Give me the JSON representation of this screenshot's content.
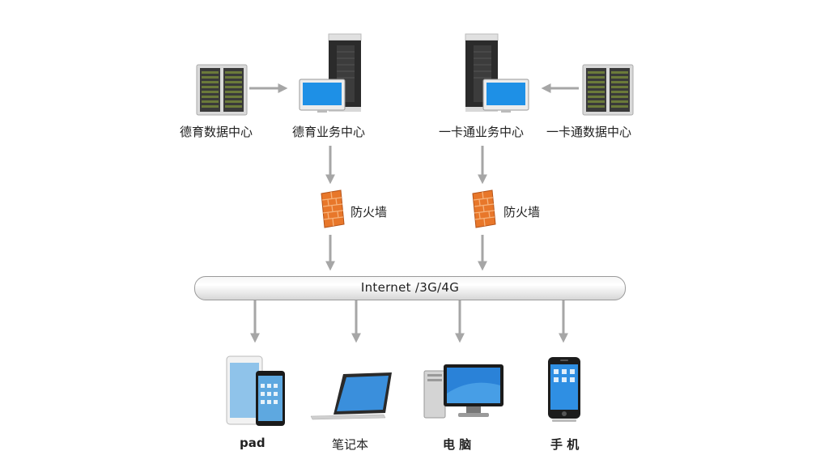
{
  "top": {
    "left_data_center": "德育数据中心",
    "left_business_center": "德育业务中心",
    "right_business_center": "一卡通业务中心",
    "right_data_center": "一卡通数据中心"
  },
  "firewalls": [
    "防火墙",
    "防火墙"
  ],
  "network": {
    "label": "Internet /3G/4G"
  },
  "devices": [
    "pad",
    "笔记本",
    "电 脑",
    "手 机"
  ],
  "colors": {
    "arrow": "#a6a6a6",
    "firewall": "#e8772a",
    "screen": "#1e90e6"
  }
}
